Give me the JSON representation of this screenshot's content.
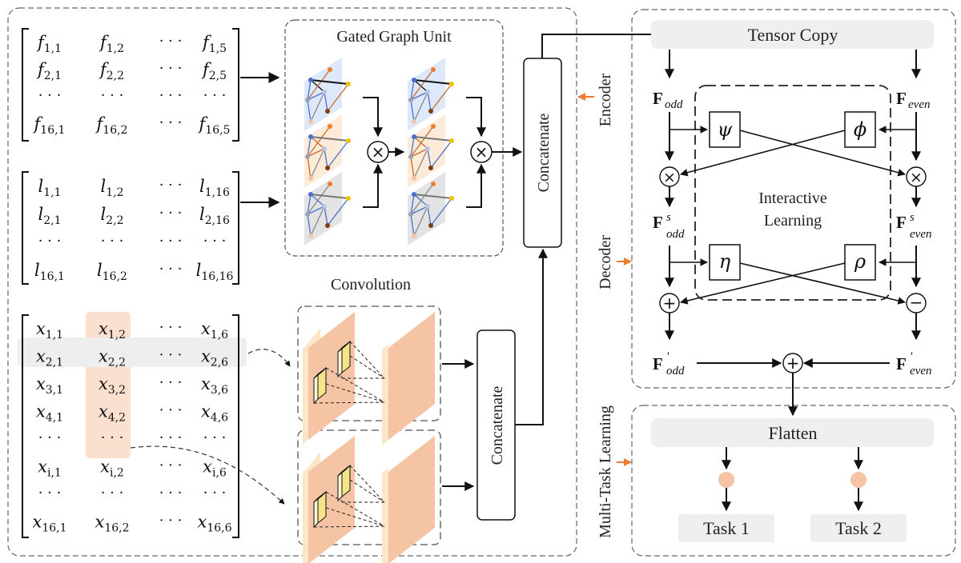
{
  "figure": {
    "matrices": {
      "f": {
        "rows": [
          [
            "f",
            "1,1"
          ],
          [
            "f",
            "1,2"
          ],
          [
            "dots"
          ],
          [
            "f",
            "1,5"
          ],
          [
            "f",
            "2,1"
          ],
          [
            "f",
            "2,2"
          ],
          [
            "dots"
          ],
          [
            "f",
            "2,5"
          ],
          [
            "dots"
          ],
          [
            "dots"
          ],
          [
            "dots"
          ],
          [
            "dots"
          ],
          [
            "f",
            "16,1"
          ],
          [
            "f",
            "16,2"
          ],
          [
            "dots"
          ],
          [
            "f",
            "16,5"
          ]
        ]
      },
      "l": {
        "rows": [
          [
            "l",
            "1,1"
          ],
          [
            "l",
            "1,2"
          ],
          [
            "dots"
          ],
          [
            "l",
            "1,16"
          ],
          [
            "l",
            "2,1"
          ],
          [
            "l",
            "2,2"
          ],
          [
            "dots"
          ],
          [
            "l",
            "2,16"
          ],
          [
            "dots"
          ],
          [
            "dots"
          ],
          [
            "dots"
          ],
          [
            "dots"
          ],
          [
            "l",
            "16,1"
          ],
          [
            "l",
            "16,2"
          ],
          [
            "dots"
          ],
          [
            "l",
            "16,16"
          ]
        ]
      },
      "x": {
        "rows": [
          [
            "x",
            "1,1"
          ],
          [
            "x",
            "1,2"
          ],
          [
            "dots"
          ],
          [
            "x",
            "1,6"
          ],
          [
            "x",
            "2,1"
          ],
          [
            "x",
            "2,2"
          ],
          [
            "dots"
          ],
          [
            "x",
            "2,6"
          ],
          [
            "x",
            "3,1"
          ],
          [
            "x",
            "3,2"
          ],
          [
            "dots"
          ],
          [
            "x",
            "3,6"
          ],
          [
            "x",
            "4,1"
          ],
          [
            "x",
            "4,2"
          ],
          [
            "dots"
          ],
          [
            "x",
            "4,6"
          ],
          [
            "dots"
          ],
          [
            "dots"
          ],
          [
            "dots"
          ],
          [
            "dots"
          ],
          [
            "x",
            "i,1"
          ],
          [
            "x",
            "i,2"
          ],
          [
            "dots"
          ],
          [
            "x",
            "i,6"
          ],
          [
            "dots"
          ],
          [
            "dots"
          ],
          [
            "dots"
          ],
          [
            "dots"
          ],
          [
            "x",
            "16,1"
          ],
          [
            "x",
            "16,2"
          ],
          [
            "dots"
          ],
          [
            "x",
            "16,6"
          ]
        ]
      }
    },
    "gated_graph_unit": {
      "title": "Gated Graph Unit"
    },
    "convolution": {
      "title": "Convolution"
    },
    "concatenate_top": "Concatenate",
    "concatenate_bottom": "Concatenate",
    "side_labels": {
      "encoder": "Encoder",
      "decoder": "Decoder",
      "multitask": "Multi-Task Learning"
    },
    "encoder_decoder": {
      "tensor_copy": "Tensor Copy",
      "interactive_learning": [
        "Interactive",
        "Learning"
      ],
      "f_odd": {
        "base": "F",
        "sub": "odd"
      },
      "f_even": {
        "base": "F",
        "sub": "even"
      },
      "f_odd_s": {
        "base": "F",
        "sup": "s",
        "sub": "odd"
      },
      "f_even_s": {
        "base": "F",
        "sup": "s",
        "sub": "even"
      },
      "f_odd_prime": {
        "base": "F",
        "sup": "'",
        "sub": "odd"
      },
      "f_even_prime": {
        "base": "F",
        "sup": "'",
        "sub": "even"
      },
      "ops": {
        "psi": "ψ",
        "phi": "ϕ",
        "eta": "η",
        "rho": "ρ"
      }
    },
    "multitask": {
      "flatten": "Flatten",
      "tasks": [
        "Task 1",
        "Task 2"
      ]
    },
    "colors": {
      "accent_orange": "#ee7d31",
      "node_fill": "#f5c4a4",
      "panel_gray": "#efefef",
      "graph_blue_bg": "#dde8fb",
      "graph_orange_bg": "#fdebd9",
      "graph_gray_bg": "#e3e3e3",
      "conv_face": "#f5c4a4",
      "conv_edge": "#fde6c8",
      "kernel_yellow": "#f7e38a",
      "row_highlight": "#eeeeee",
      "col_highlight": "#fbe0cf"
    }
  }
}
